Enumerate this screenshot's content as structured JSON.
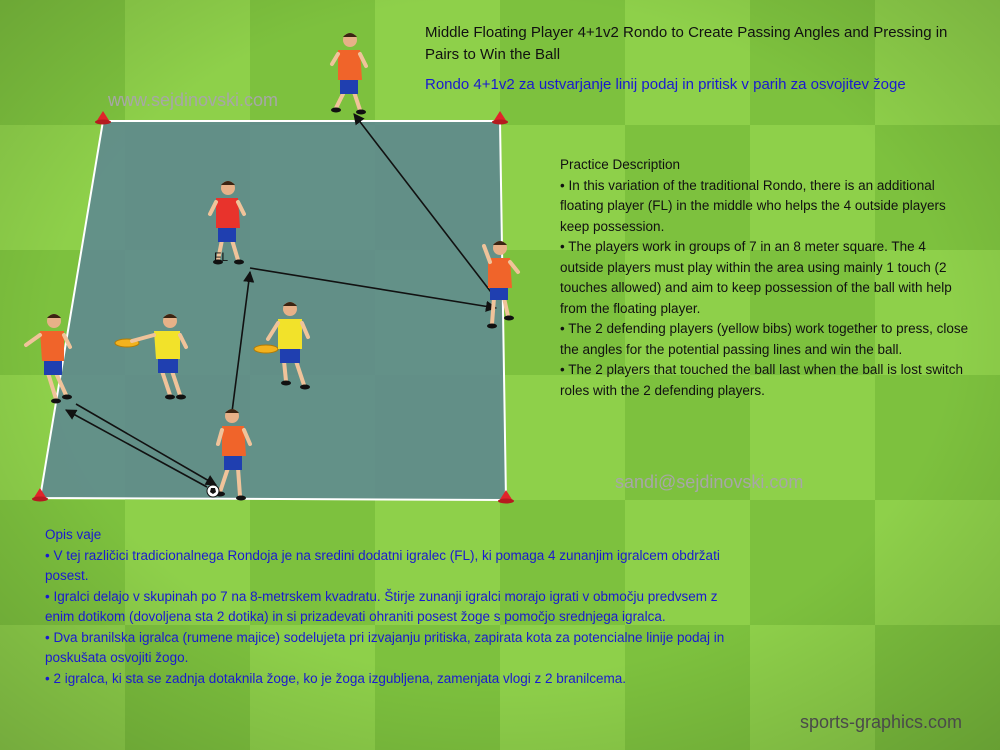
{
  "title": "Middle Floating Player 4+1v2 Rondo to Create Passing Angles and Pressing in Pairs to Win the Ball",
  "subtitle": "Rondo 4+1v2 za ustvarjanje linij podaj in pritisk v parih za osvojitev žoge",
  "watermarks": {
    "site": "www.sejdinovski.com",
    "email": "sandi@sejdinovski.com",
    "credit": "sports-graphics.com"
  },
  "player_label": "FL",
  "description_en": {
    "heading": "Practice Description",
    "bullets": [
      "• In this variation of the traditional Rondo, there is an additional floating player (FL) in the middle who helps the 4 outside players keep possession.",
      "• The players work in groups of 7 in an 8 meter square. The 4 outside players must play within the area using mainly 1 touch (2 touches allowed) and aim to keep possession of the ball with help from the floating player.",
      "• The 2 defending players (yellow bibs) work together to press, close the angles for the potential passing lines and win the ball.",
      "• The 2 players that touched the ball last when the ball is lost switch roles with the 2 defending players."
    ]
  },
  "description_sl": {
    "heading": "Opis vaje",
    "bullets": [
      "• V tej različici tradicionalnega Rondoja je na sredini dodatni igralec (FL), ki pomaga 4 zunanjim igralcem obdržati posest.",
      "• Igralci delajo v skupinah po 7 na 8-metrskem kvadratu. Štirje zunanji igralci morajo igrati v območju predvsem z enim dotikom (dovoljena sta 2 dotika) in si prizadevati ohraniti posest žoge s pomočjo srednjega igralca.",
      "• Dva branilska igralca (rumene majice) sodelujeta pri izvajanju pritiska, zapirata kota za potencialne linije podaj in poskušata osvojiti žogo.",
      "• 2 igralca, ki sta se zadnja dotaknila žoge, ko je žoga izgubljena, zamenjata vlogi z 2 branilcema."
    ]
  },
  "colors": {
    "grass_light": "#8ed04a",
    "grass_dark": "#6fb534",
    "square_fill": "#5f8b8d",
    "cone": "#e0242a",
    "outside_shirt": "#f0642a",
    "floating_shirt": "#e8332c",
    "defender_shirt": "#f2e22a",
    "shorts": "#1f3fb0",
    "disc": "#f2b21e",
    "arrow": "#111111",
    "title_text": "#111111",
    "subtitle_text": "#1a1ad0"
  },
  "icons": [
    "cone-icon",
    "player-icon",
    "ball-icon",
    "marker-disc-icon",
    "pass-arrow-icon"
  ]
}
